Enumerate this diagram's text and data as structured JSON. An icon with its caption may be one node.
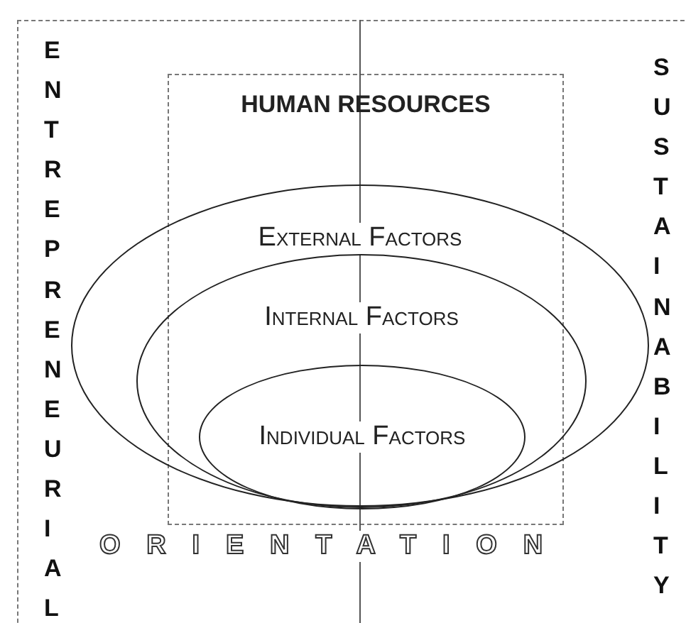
{
  "diagram": {
    "nodes": [
      {
        "text": [
          "HUMAN RESOURCES"
        ]
      },
      {
        "text": [
          "External Factors"
        ]
      },
      {
        "text": [
          "Internal Factors"
        ],
        "in": 1
      },
      {
        "text": [
          "Individual Factors"
        ],
        "in": 2
      }
    ],
    "labels": [
      "ENTREPRENEURIAL",
      "SUSTAINABILITY",
      "ORIENTATION"
    ]
  }
}
